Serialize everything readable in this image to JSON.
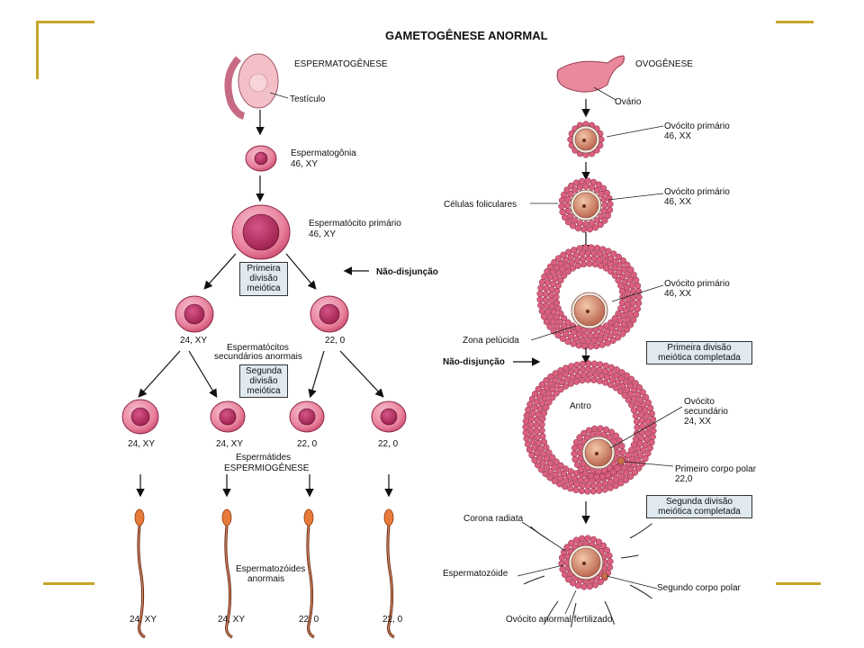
{
  "title": "GAMETOGÊNESE ANORMAL",
  "colors": {
    "frame": "#c8a62a",
    "cell_fill": "#e9809c",
    "cell_nucleus": "#9a1f4a",
    "box_fill": "#dfe9ef"
  },
  "sperm": {
    "heading": "ESPERMATOGÊNESE",
    "testis_label": "Testículo",
    "spermatogonia_label": "Espermatogônia",
    "spermatogonia_karyotype": "46, XY",
    "primary_label": "Espermatócito primário",
    "primary_karyotype": "46, XY",
    "first_division": [
      "Primeira",
      "divisão",
      "meiótica"
    ],
    "nondisjunction": "Não-disjunção",
    "secondary_left_karyotype": "24, XY",
    "secondary_right_karyotype": "22, 0",
    "secondary_label": [
      "Espermatócitos",
      "secundários anormais"
    ],
    "second_division": [
      "Segunda",
      "divisão",
      "meiótica"
    ],
    "spermatid_karyotypes": [
      "24, XY",
      "24, XY",
      "22, 0",
      "22, 0"
    ],
    "spermatids_label": "Espermátides",
    "spermiogenesis_label": "ESPERMIOGÊNESE",
    "abnormal_sperm_label": [
      "Espermatozóides",
      "anormais"
    ],
    "sperm_karyotypes": [
      "24, XY",
      "24, XY",
      "22, 0",
      "22, 0"
    ]
  },
  "oo": {
    "heading": "OVOGÊNESE",
    "ovary_label": "Ovário",
    "primary_oocyte_1": [
      "Ovócito primário",
      "46, XX"
    ],
    "follicular_cells": "Células foliculares",
    "primary_oocyte_2": [
      "Ovócito primário",
      "46, XX"
    ],
    "primary_oocyte_3": [
      "Ovócito primário",
      "46, XX"
    ],
    "zona_pellucida": "Zona pelúcida",
    "nondisjunction": "Não-disjunção",
    "first_division_complete": [
      "Primeira divisão",
      "meiótica completada"
    ],
    "antrum": "Antro",
    "secondary_oocyte": [
      "Ovócito",
      "secundário",
      "24, XX"
    ],
    "first_polar_body": [
      "Primeiro corpo polar",
      "22,0"
    ],
    "second_division_complete": [
      "Segunda divisão",
      "meiótica completada"
    ],
    "corona_radiata": "Corona radiata",
    "sperm_label": "Espermatozóide",
    "second_polar_body": "Segundo corpo polar",
    "fertilized_oocyte": "Ovócito anormal fertilizado"
  }
}
